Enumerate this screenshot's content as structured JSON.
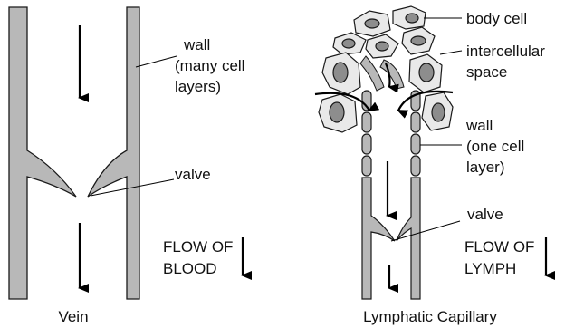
{
  "vein": {
    "title": "Vein",
    "wall_label_lines": [
      "wall",
      "(many cell",
      "layers)"
    ],
    "valve_label": "valve",
    "flow_label_lines": [
      "FLOW OF",
      "BLOOD"
    ]
  },
  "lymphatic": {
    "title": "Lymphatic Capillary",
    "body_cell_label": "body cell",
    "intercellular_label_lines": [
      "intercellular",
      "space"
    ],
    "wall_label_lines": [
      "wall",
      "(one cell",
      "layer)"
    ],
    "valve_label": "valve",
    "flow_label_lines": [
      "FLOW OF",
      "LYMPH"
    ]
  },
  "colors": {
    "wall_fill": "#b8b8b8",
    "cell_fill": "#e9e9e9",
    "nucleus_fill": "#8d8d8d",
    "stroke": "#1a1a1a"
  }
}
